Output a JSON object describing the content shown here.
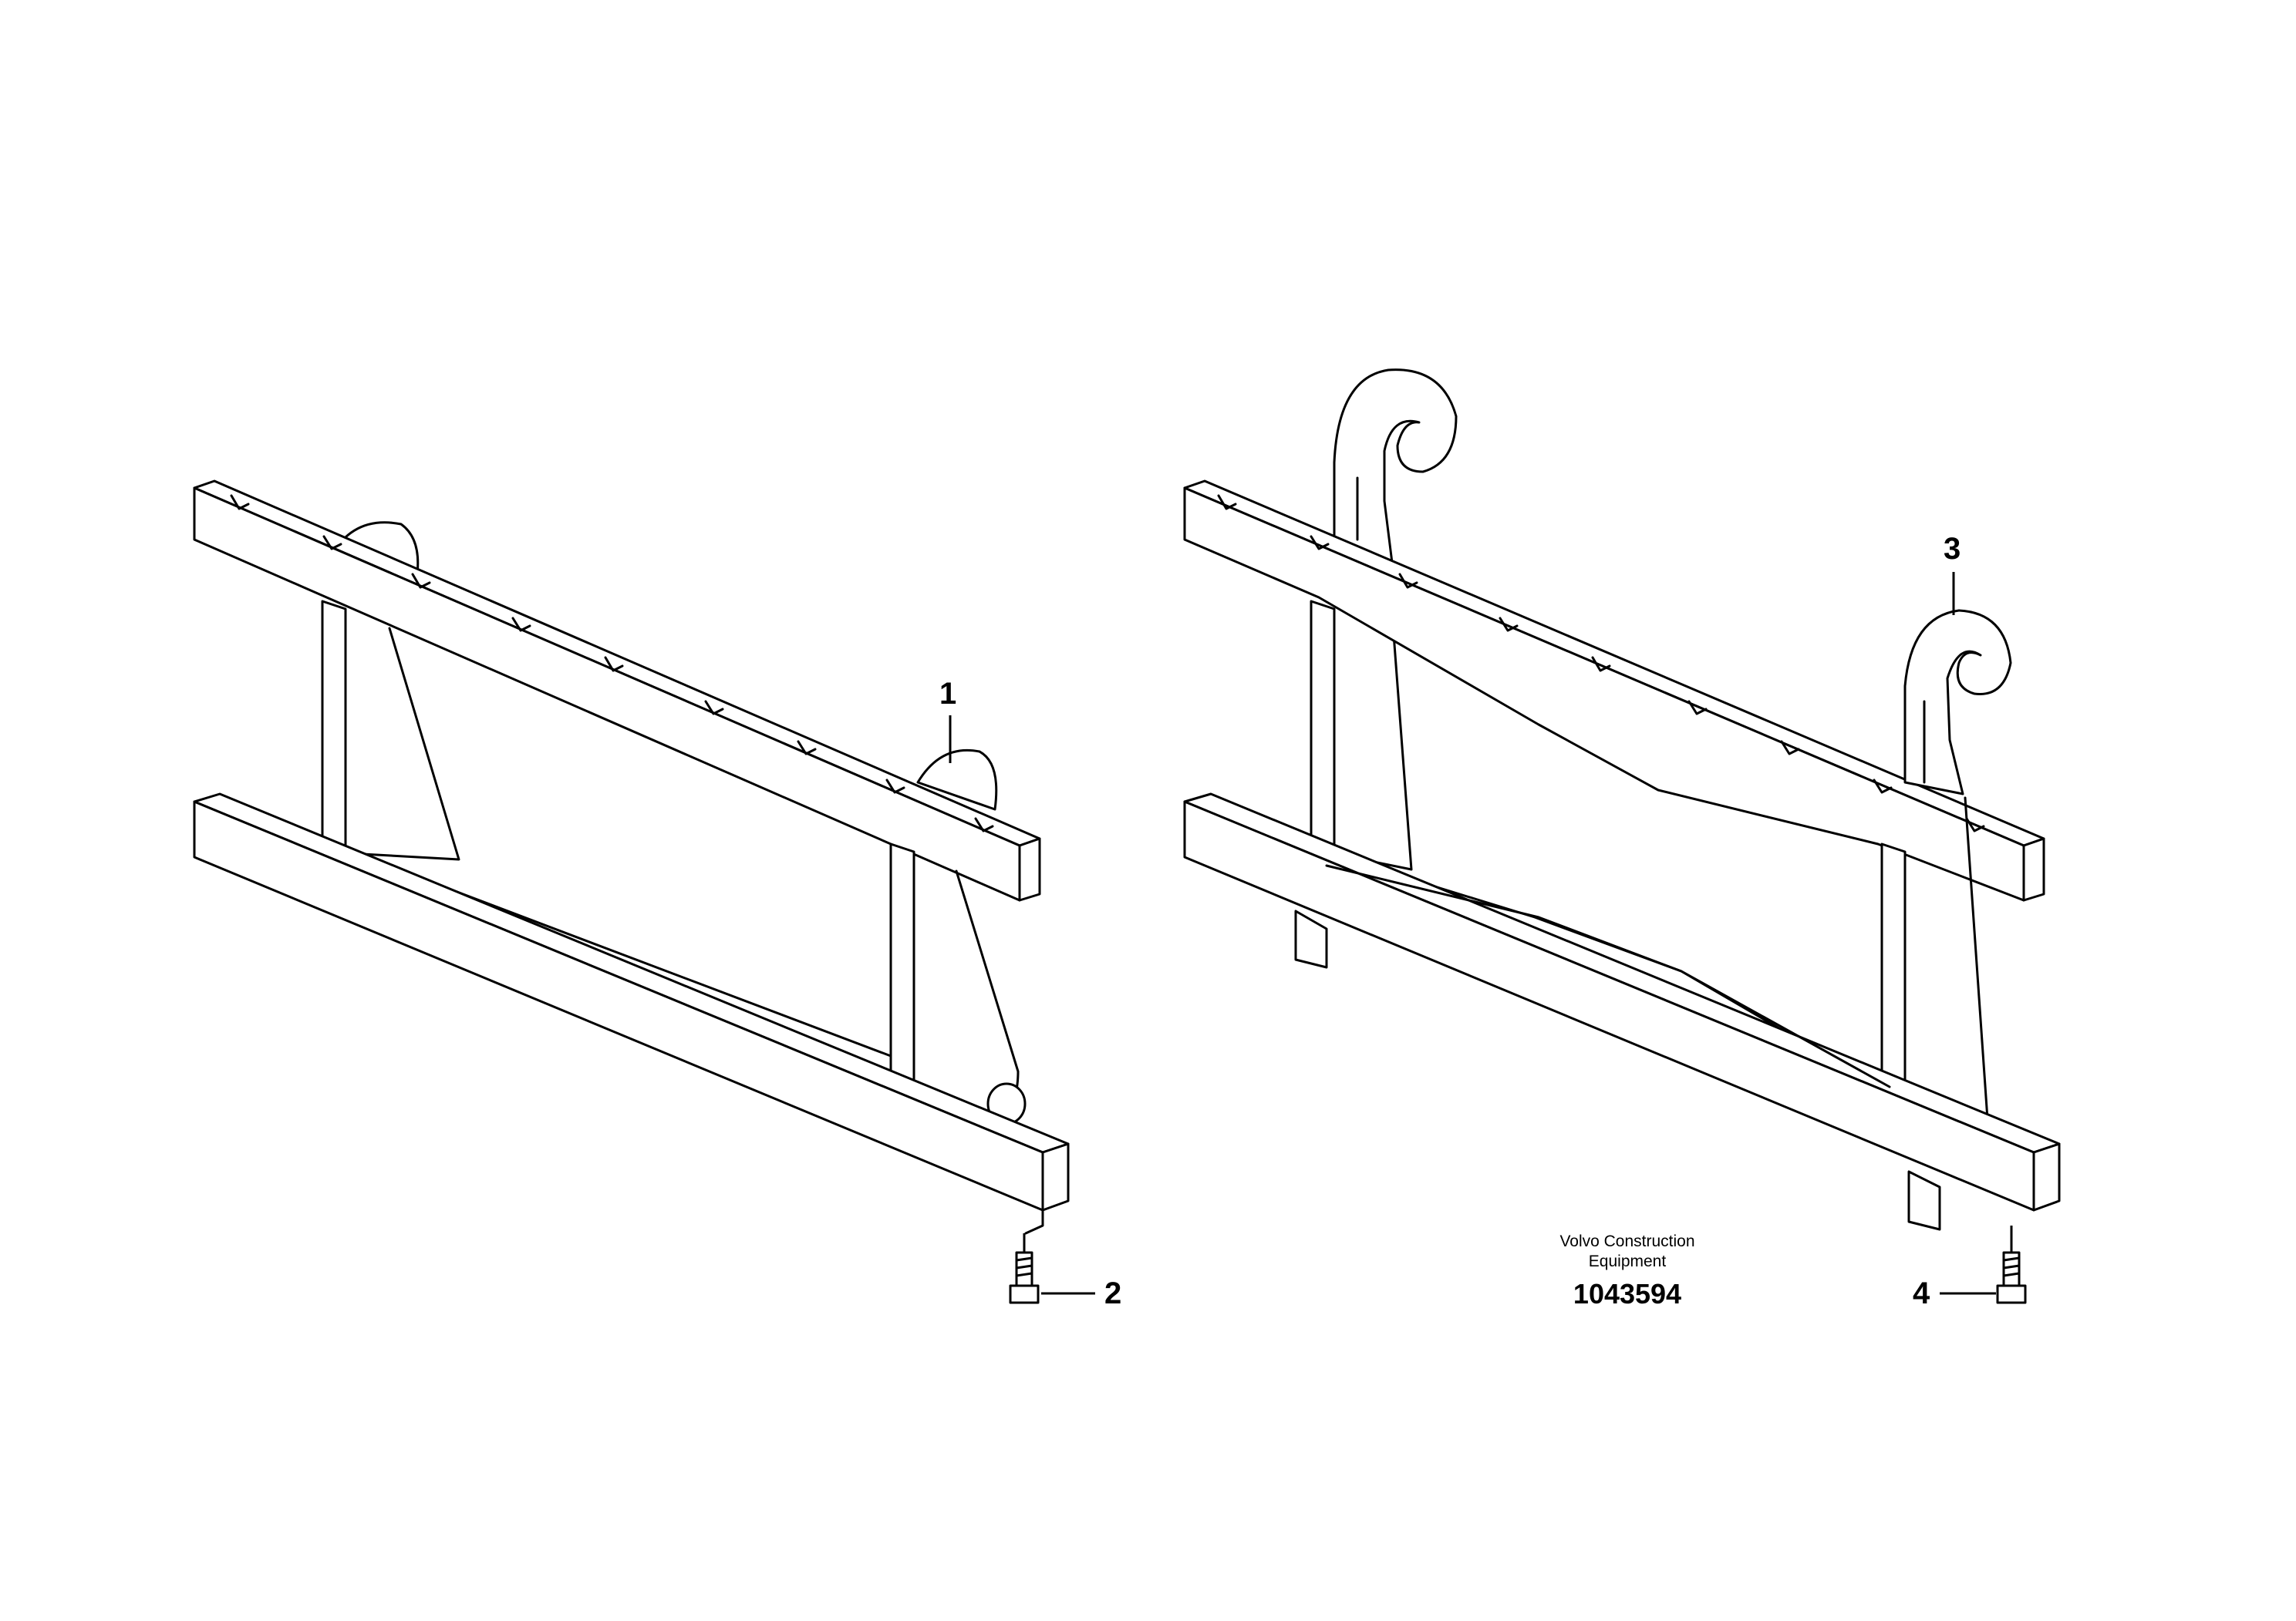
{
  "callouts": {
    "c1": "1",
    "c2": "2",
    "c3": "3",
    "c4": "4"
  },
  "caption": {
    "line1": "Volvo Construction",
    "line2": "Equipment",
    "number": "1043594"
  }
}
